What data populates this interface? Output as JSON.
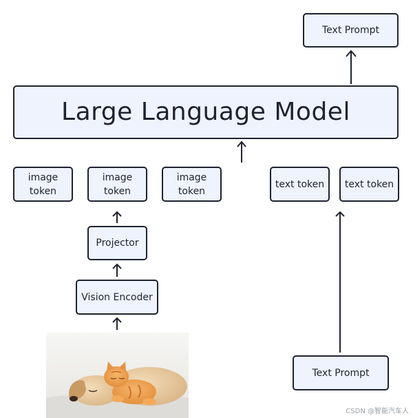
{
  "output_box": {
    "label": "Text Prompt"
  },
  "llm_box": {
    "label": "Large Language Model"
  },
  "image_tokens": [
    {
      "label": "image\ntoken"
    },
    {
      "label": "image\ntoken"
    },
    {
      "label": "image\ntoken"
    }
  ],
  "text_tokens": [
    {
      "label": "text token"
    },
    {
      "label": "text token"
    }
  ],
  "projector_box": {
    "label": "Projector"
  },
  "vision_encoder_box": {
    "label": "Vision Encoder"
  },
  "input_text_box": {
    "label": "Text Prompt"
  },
  "watermark": "CSDN @智能汽车人"
}
